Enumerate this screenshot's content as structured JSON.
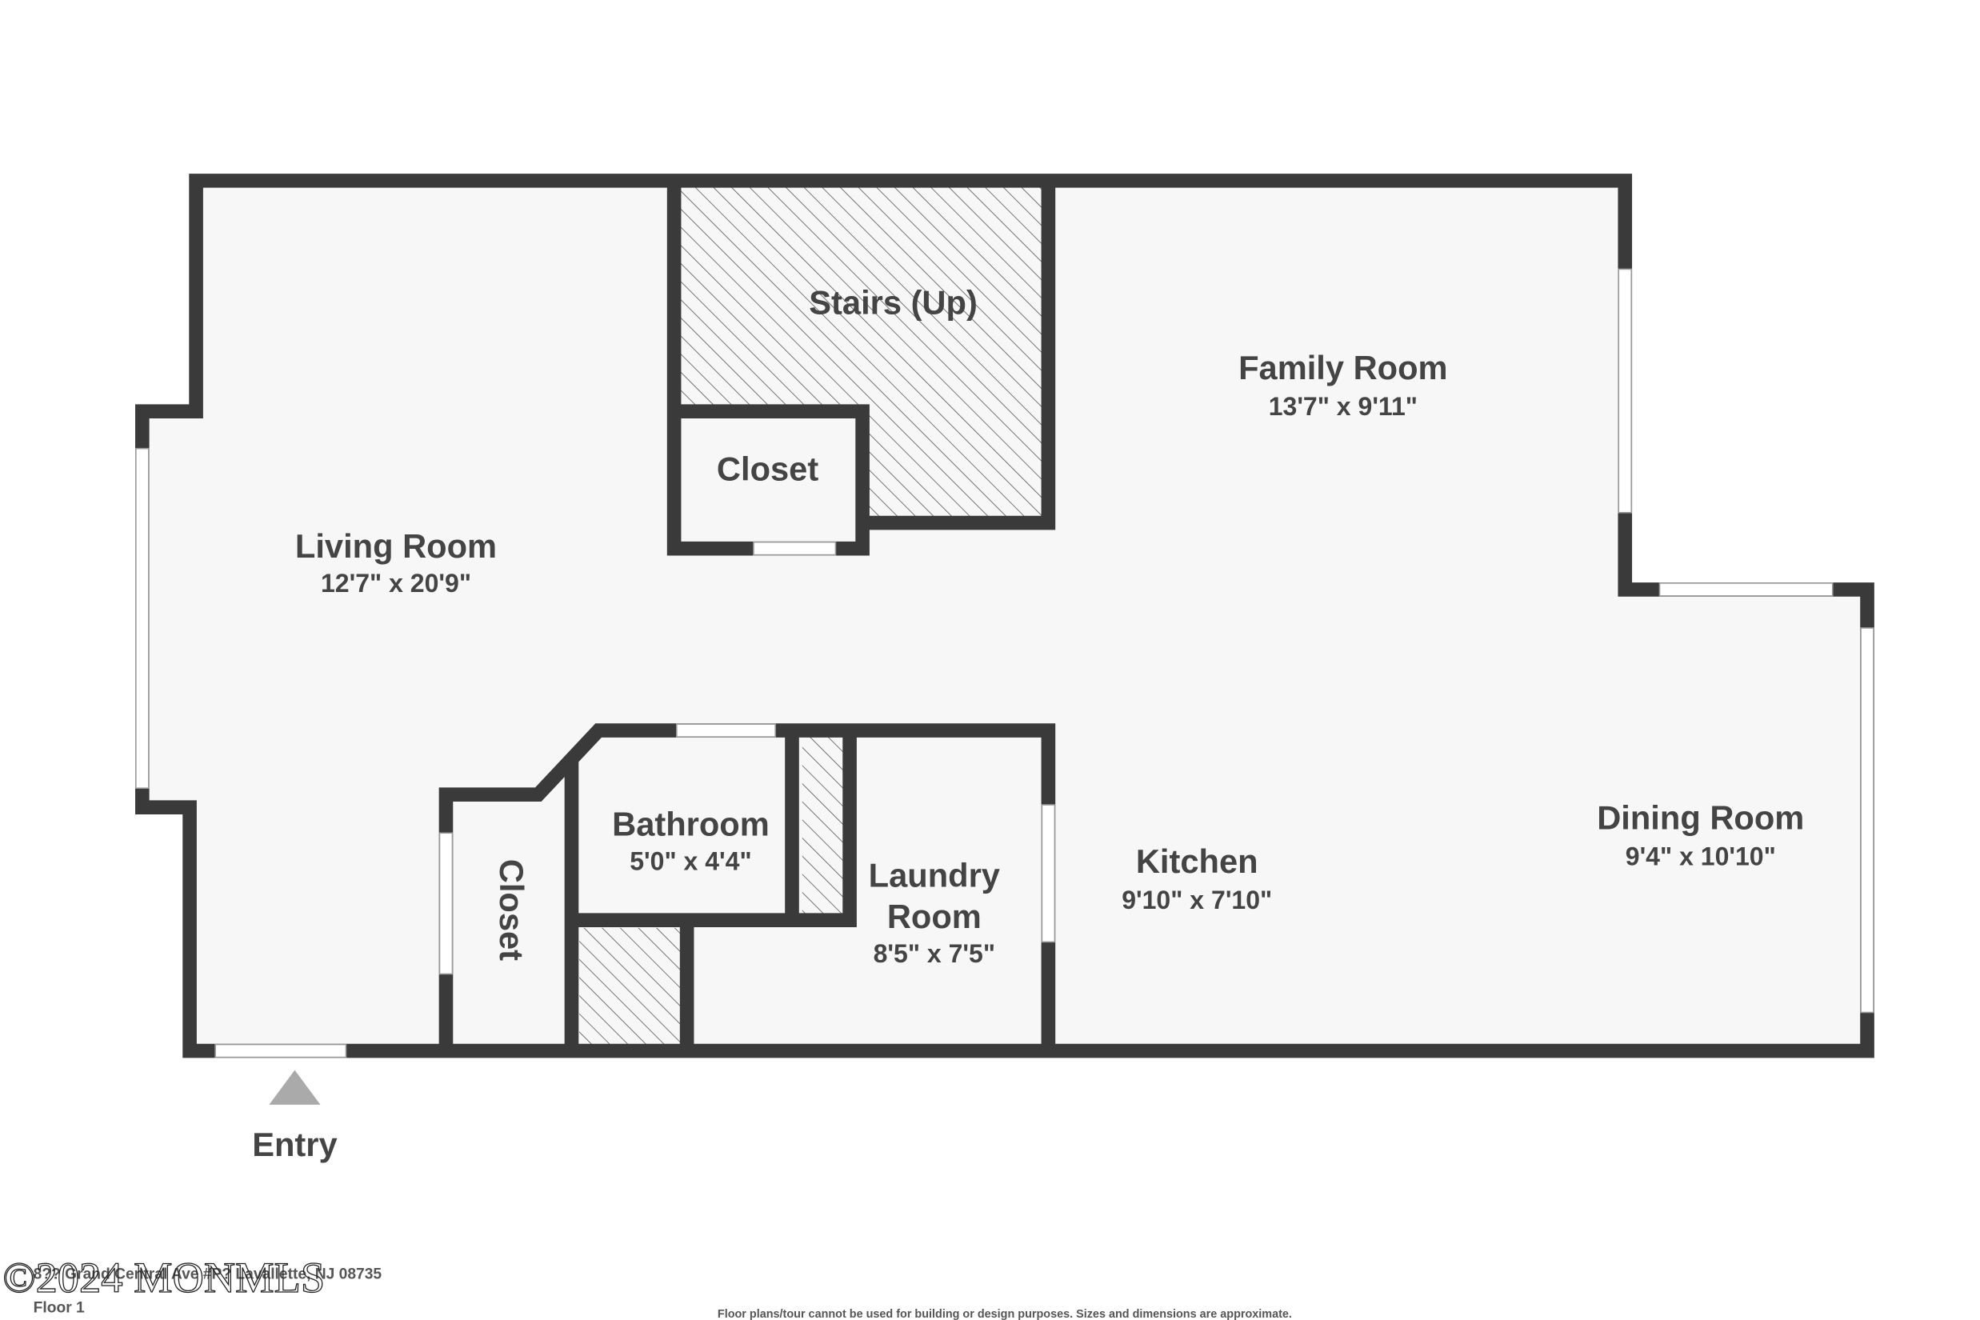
{
  "rooms": {
    "living": {
      "name": "Living Room",
      "dim": "12'7\" x 20'9\""
    },
    "stairs": {
      "name": "Stairs (Up)"
    },
    "closet_top": {
      "name": "Closet"
    },
    "family": {
      "name": "Family Room",
      "dim": "13'7\" x 9'11\""
    },
    "bathroom": {
      "name": "Bathroom",
      "dim": "5'0\" x 4'4\""
    },
    "closet_side": {
      "name": "Closet"
    },
    "laundry": {
      "name_line1": "Laundry",
      "name_line2": "Room",
      "dim": "8'5\" x 7'5\""
    },
    "kitchen": {
      "name": "Kitchen",
      "dim": "9'10\" x 7'10\""
    },
    "dining": {
      "name": "Dining Room",
      "dim": "9'4\" x 10'10\""
    }
  },
  "entry": {
    "label": "Entry"
  },
  "footer": {
    "address": "8?? Grand Central Ave #P? Lavallette, NJ 08735",
    "floor": "Floor 1",
    "disclaimer": "Floor plans/tour cannot be used for building or design purposes. Sizes and dimensions are approximate.",
    "watermark": "©2024 MONMLS"
  },
  "colors": {
    "wall": "#3a3a3a",
    "floor": "#f7f7f7",
    "text": "#444444"
  }
}
